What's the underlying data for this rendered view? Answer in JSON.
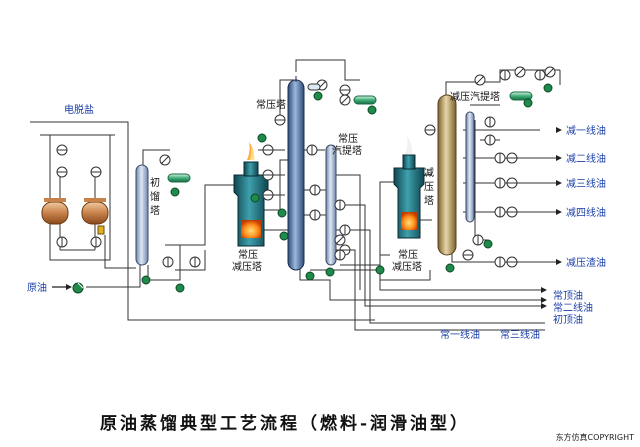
{
  "title": "原油蒸馏典型工艺流程（燃料-润滑油型）",
  "copyright": "东方仿真COPYRIGHT",
  "labels": {
    "desalting": "电脱盐",
    "crude_oil": "原油",
    "initial_tower": [
      "初",
      "馏",
      "塔"
    ],
    "atm_tower": "常压塔",
    "atm_stripper": "常压\n汽提塔",
    "atm_furnace": "常压\n减压塔",
    "vac_stripper": "减压汽提塔",
    "vac_tower": [
      "减",
      "压",
      "塔"
    ],
    "vac_furnace": "常压\n减压塔",
    "vac_line1": "减一线油",
    "vac_line2": "减二线油",
    "vac_line3": "减三线油",
    "vac_line4": "减四线油",
    "vac_residue": "减压渣油",
    "atm_top_oil": "常顶油",
    "atm_line2": "常二线油",
    "initial_top_oil": "初顶油",
    "atm_line1": "常一线油",
    "atm_line3": "常三线油"
  },
  "colors": {
    "label_blue": "#1a3fa8",
    "pump_green": "#1f8a4c",
    "furnace_teal": "#1f6f7a",
    "flame": "#ff8a1a",
    "column_steel": "#4a6a9a",
    "vac_tower": "#b89a5a"
  }
}
